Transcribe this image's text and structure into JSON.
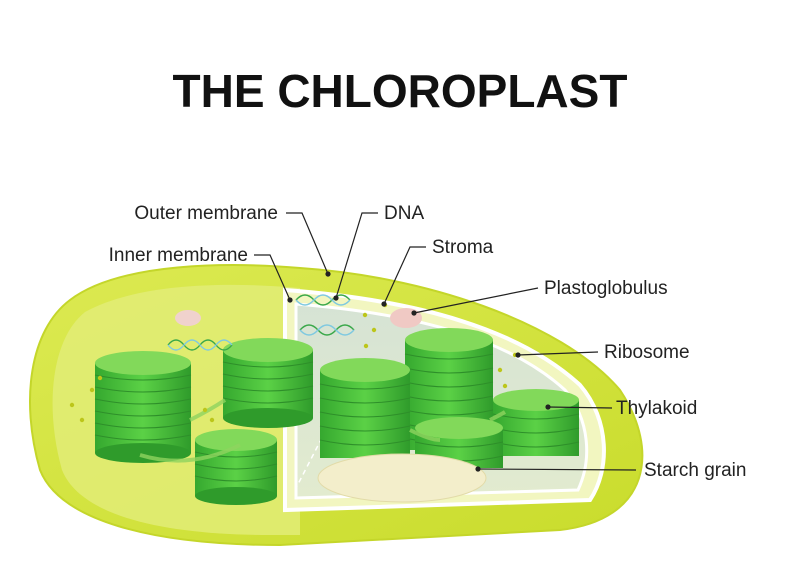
{
  "title": "THE CHLOROPLAST",
  "labels": {
    "outer_membrane": "Outer membrane",
    "inner_membrane": "Inner membrane",
    "dna": "DNA",
    "stroma": "Stroma",
    "plastoglobulus": "Plastoglobulus",
    "ribosome": "Ribosome",
    "thylakoid": "Thylakoid",
    "starch_grain": "Starch grain"
  },
  "colors": {
    "outer_body": "#d8e84a",
    "inner_body": "#e4ee7a",
    "stroma_cut": "#d9e6cf",
    "granum": "#3fbf3f",
    "granum_top": "#7ed957",
    "starch": "#f2edc6",
    "plastoglobulus": "#f0c9c4"
  }
}
